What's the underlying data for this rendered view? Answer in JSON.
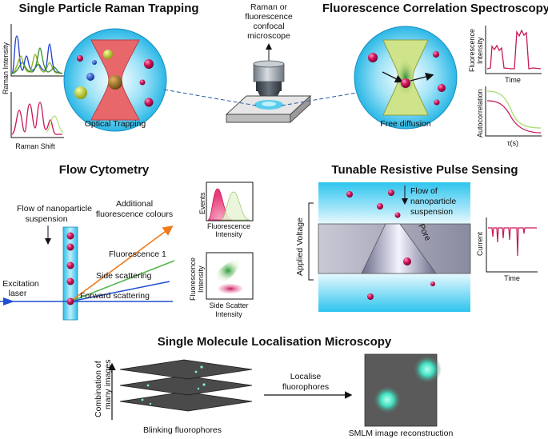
{
  "titles": {
    "raman": "Single Particle Raman Trapping",
    "fcs": "Fluorescence Correlation Spectroscopy",
    "flow": "Flow Cytometry",
    "trps": "Tunable Resistive Pulse Sensing",
    "smlm": "Single Molecule Localisation Microscopy"
  },
  "raman": {
    "y_label": "Raman Intensity",
    "x_label": "Raman Shift",
    "circle_label": "Optical Trapping"
  },
  "microscope": {
    "line1": "Raman or",
    "line2": "fluorescence",
    "line3": "confocal",
    "line4": "microscope"
  },
  "fcs": {
    "top_y1": "Fluorescence",
    "top_y2": "Intensity",
    "top_x": "Time",
    "bottom_y": "Autocorrelation",
    "bottom_x": "τ(s)",
    "circle_label": "Free diffusion"
  },
  "flow": {
    "flow_line1": "Flow of nanoparticle",
    "flow_line2": "suspension",
    "additional1": "Additional",
    "additional2": "fluorescence colours",
    "fluor1": "Fluorescence 1",
    "side": "Side scattering",
    "forward": "Forward scattering",
    "excitation1": "Excitation",
    "excitation2": "laser",
    "events": "Events",
    "fl_int1": "Fluorescence",
    "fl_int2": "Intensity",
    "sc_y1": "Fluorescence",
    "sc_y2": "Intensity",
    "sc_x1": "Side Scatter",
    "sc_x2": "Intensity"
  },
  "trps": {
    "flow1": "Flow of",
    "flow2": "nanoparticle",
    "flow3": "suspension",
    "applied_voltage": "Applied Voltage",
    "pore": "Pore",
    "current": "Current",
    "time": "Time"
  },
  "smlm": {
    "y_label1": "Combination of",
    "y_label2": "many images",
    "localise1": "Localise",
    "localise2": "fluorophores",
    "blinking": "Blinking fluorophores",
    "reconstruction": "SMLM image reconstruction"
  },
  "colors": {
    "particle": "#c8185a",
    "cone_red": "#e8676b",
    "cone_green": "#cfe38a",
    "cyan": "#3ec8ec",
    "line_blue": "#1f4fd1",
    "line_green": "#4fb648",
    "line_orange": "#f07a1a"
  }
}
